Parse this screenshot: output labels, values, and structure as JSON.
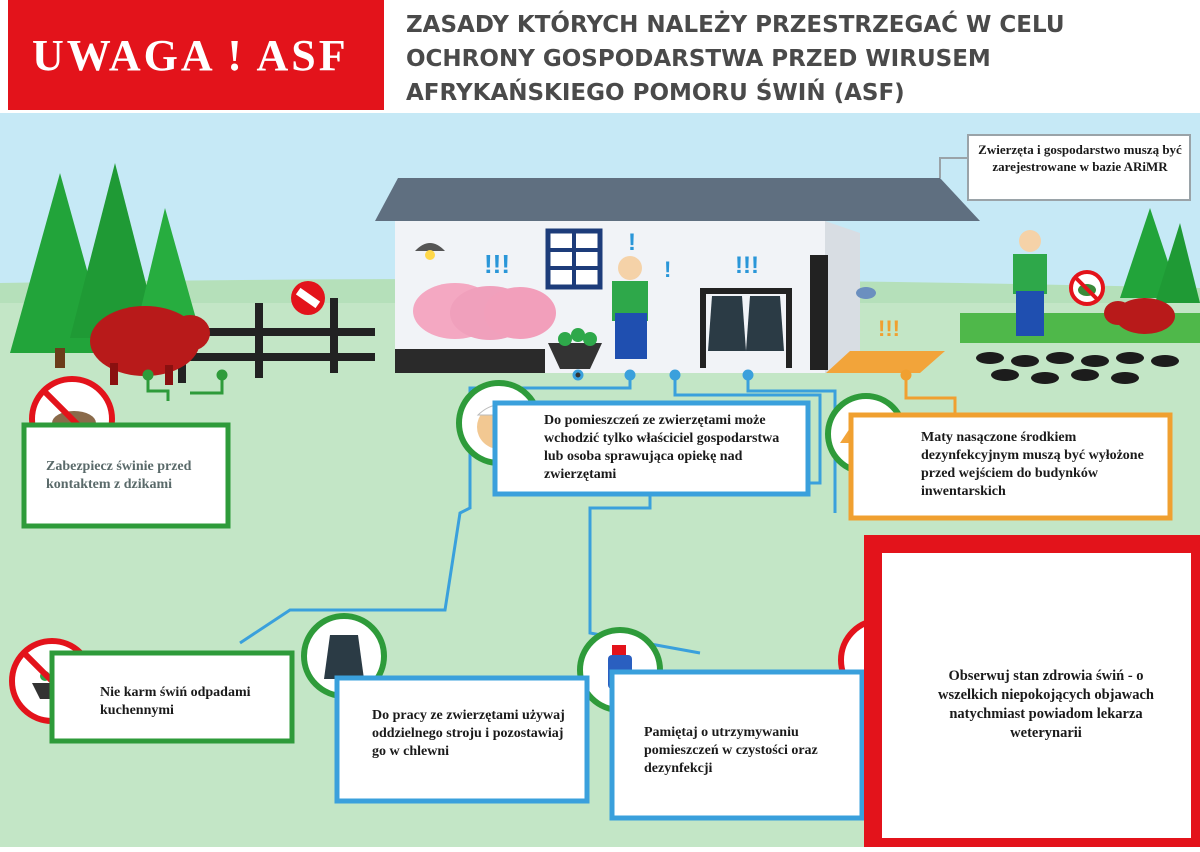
{
  "header": {
    "badge": "UWAGA ! ASF",
    "title": "ZASADY KTÓRYCH NALEŻY PRZESTRZEGAĆ W CELU OCHRONY GOSPODARSTWA PRZED WIRUSEM AFRYKAŃSKIEGO POMORU ŚWIŃ (ASF)"
  },
  "colors": {
    "red": "#e3131b",
    "sky": "#c6e9f6",
    "ground": "#c3e6c6",
    "green_line": "#2e9b3a",
    "blue_line": "#3aa0dc",
    "orange_line": "#f0a030"
  },
  "rules": {
    "register": "Zwierzęta i gospodarstwo muszą być zarejestrowane w bazie ARiMR",
    "wild_boar": "Zabezpiecz świnie przed kontaktem z dzikami",
    "access": "Do pomieszczeń ze zwierzętami może wchodzić tylko właściciel gospodarstwa lub osoba sprawująca opiekę nad zwierzętami",
    "mats": "Maty nasączone środkiem dezynfekcyjnym muszą być wyłożone przed wejściem do budynków inwentarskich",
    "food": "Nie karm świń odpadami kuchennymi",
    "clothing": "Do pracy ze zwierzętami używaj oddzielnego stroju i pozostawiaj go w chlewni",
    "cleaning": "Pamiętaj o utrzymywaniu pomieszczeń w czystości oraz dezynfekcji",
    "health": "Obserwuj stan zdrowia świń - o wszelkich niepokojących objawach natychmiast powiadom lekarza weterynarii"
  },
  "icons": {
    "wild_boar": "no-wild-boar-icon",
    "access": "farmer-face-icon",
    "mats": "disinfection-mat-icon",
    "food": "no-food-waste-icon",
    "clothing": "coat-icon",
    "cleaning": "spray-bottle-icon",
    "health": "exclamation-icon"
  }
}
